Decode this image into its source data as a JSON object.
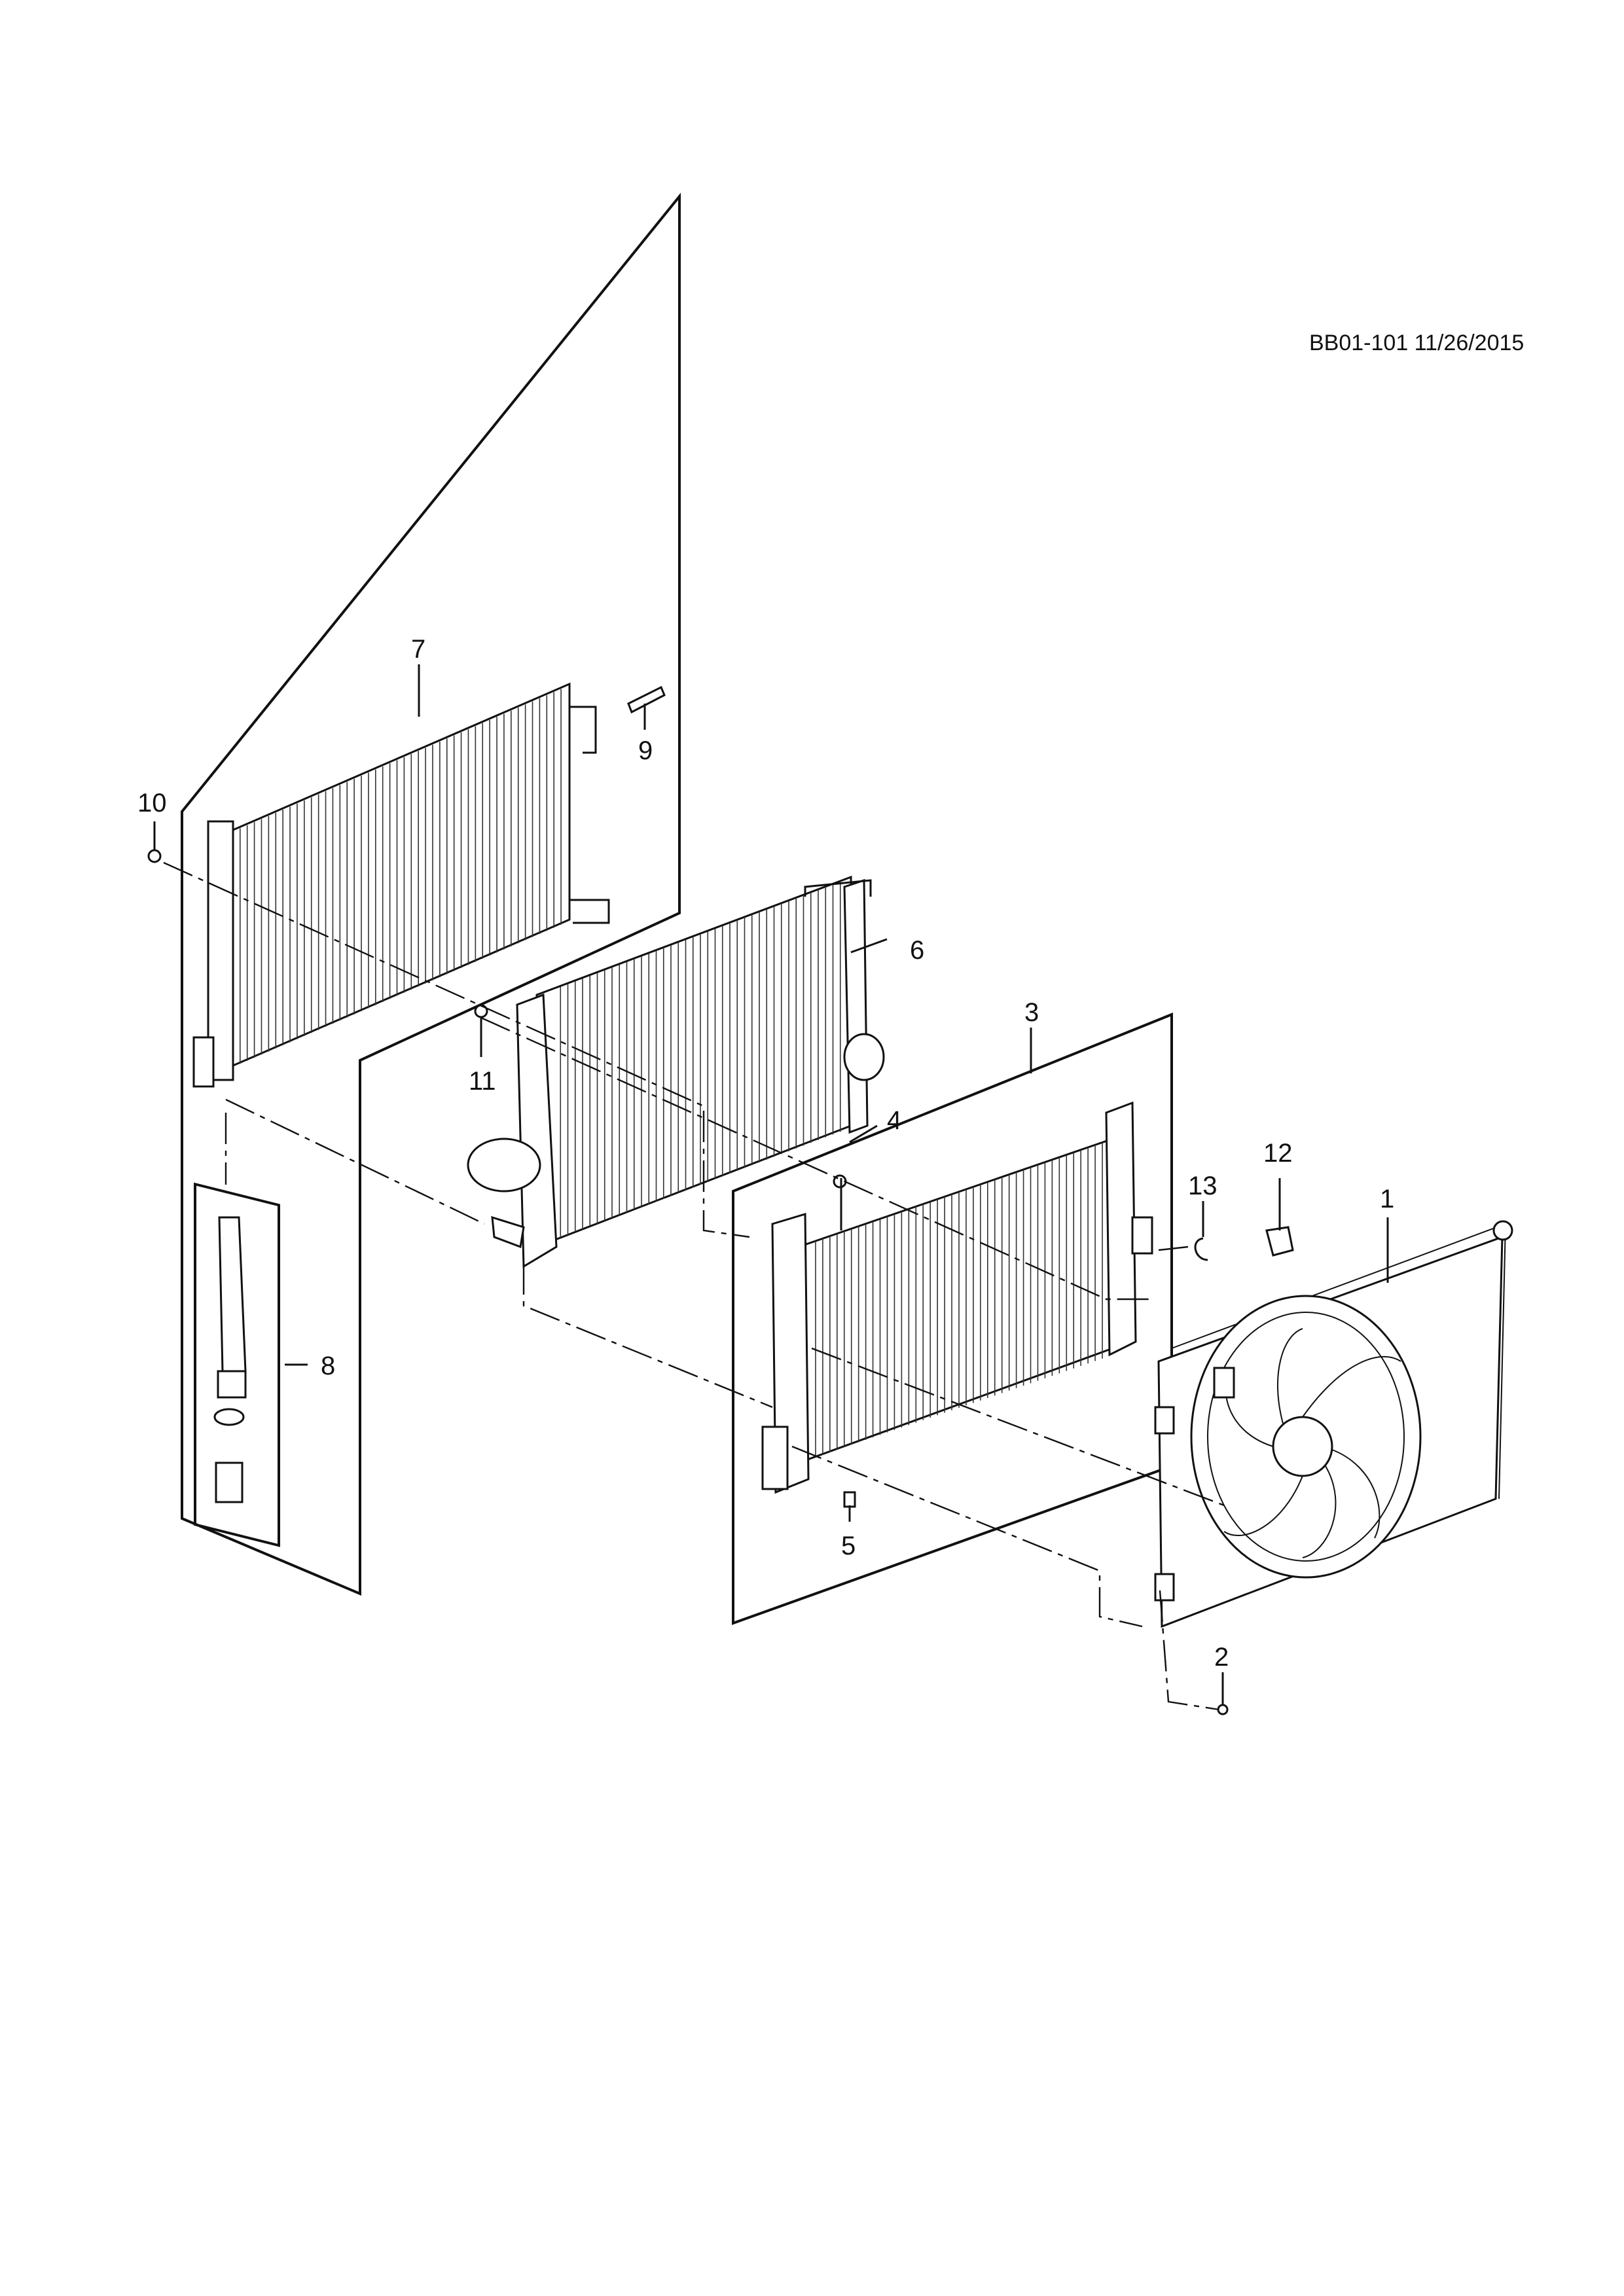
{
  "reference": "BB01-101 11/26/2015",
  "callouts": [
    {
      "id": "1",
      "label": "1"
    },
    {
      "id": "2",
      "label": "2"
    },
    {
      "id": "3",
      "label": "3"
    },
    {
      "id": "4",
      "label": "4"
    },
    {
      "id": "5",
      "label": "5"
    },
    {
      "id": "6",
      "label": "6"
    },
    {
      "id": "7",
      "label": "7"
    },
    {
      "id": "8",
      "label": "8"
    },
    {
      "id": "9",
      "label": "9"
    },
    {
      "id": "10",
      "label": "10"
    },
    {
      "id": "11",
      "label": "11"
    },
    {
      "id": "12",
      "label": "12"
    },
    {
      "id": "13",
      "label": "13"
    }
  ]
}
